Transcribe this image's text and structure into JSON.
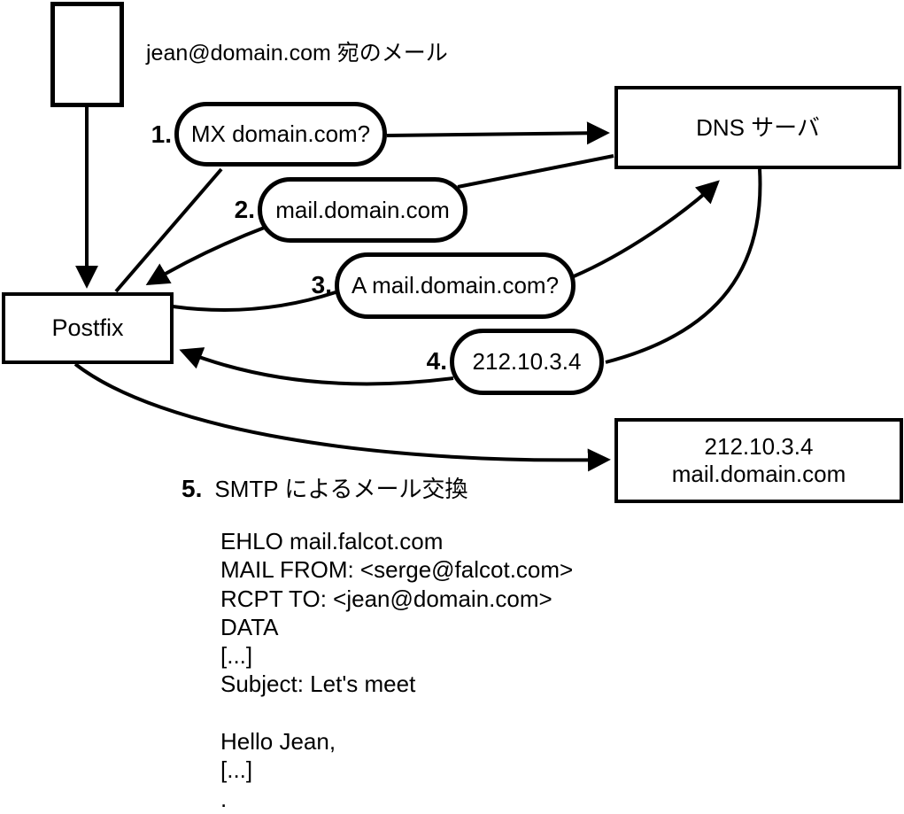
{
  "diagram": {
    "background": "#ffffff",
    "stroke_color": "#000000",
    "mail_label": "jean@domain.com 宛のメール",
    "postfix_label": "Postfix",
    "dns_label": "DNS サーバ",
    "mail_server": {
      "line1": "212.10.3.4",
      "line2": "mail.domain.com"
    },
    "steps": [
      {
        "num": "1.",
        "label": "MX domain.com?"
      },
      {
        "num": "2.",
        "label": "mail.domain.com"
      },
      {
        "num": "3.",
        "label": "A mail.domain.com?"
      },
      {
        "num": "4.",
        "label": "212.10.3.4"
      },
      {
        "num": "5.",
        "label": "SMTP によるメール交換"
      }
    ],
    "smtp_session": [
      "EHLO mail.falcot.com",
      "MAIL FROM: <serge@falcot.com>",
      "RCPT TO: <jean@domain.com>",
      "DATA",
      "[...]",
      "Subject: Let's meet",
      "",
      "Hello Jean,",
      "[...]",
      "."
    ]
  }
}
